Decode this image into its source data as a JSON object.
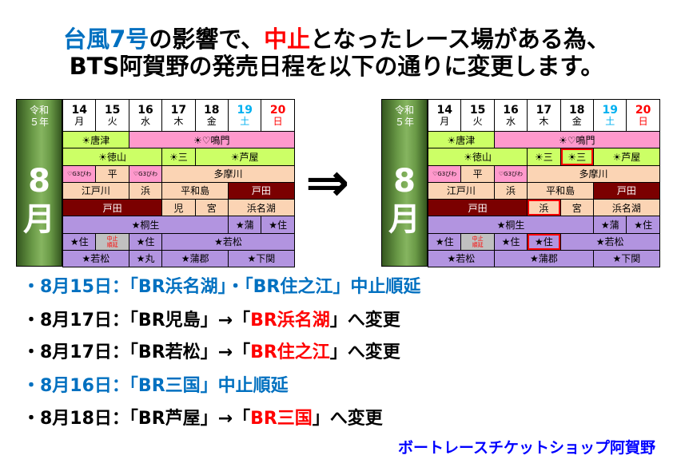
{
  "title": {
    "line1": [
      {
        "text": "台風7号",
        "color": "blue"
      },
      {
        "text": "の影響で、",
        "color": "black"
      },
      {
        "text": "中止",
        "color": "red"
      },
      {
        "text": "となったレース場がある為、",
        "color": "black"
      }
    ],
    "line2": "BTS阿賀野の発売日程を以下の通りに変更します。"
  },
  "arrow": "⇒",
  "calendar": {
    "era": "令和",
    "year": "５年",
    "month_digit": "8",
    "month_kanji": "月",
    "days": [
      {
        "num": "14",
        "wd": "月",
        "color": "#000000"
      },
      {
        "num": "15",
        "wd": "火",
        "color": "#000000"
      },
      {
        "num": "16",
        "wd": "水",
        "color": "#000000"
      },
      {
        "num": "17",
        "wd": "木",
        "color": "#000000"
      },
      {
        "num": "18",
        "wd": "金",
        "color": "#000000"
      },
      {
        "num": "19",
        "wd": "土",
        "color": "#00b0f0"
      },
      {
        "num": "20",
        "wd": "日",
        "color": "#ff0000"
      }
    ]
  },
  "colors": {
    "yellow_green": "#ccff66",
    "pink": "#ff99cc",
    "peach": "#fbd4b4",
    "maroon": "#7b0000",
    "purple": "#b294e0",
    "gray": "#c0c0c0"
  },
  "before_rows": [
    [
      {
        "c": 0,
        "s": 2,
        "t": "☀唐津",
        "bg": "yellow_green"
      },
      {
        "c": 2,
        "s": 5,
        "t": "☀♡鳴門",
        "bg": "pink"
      }
    ],
    [
      {
        "c": 0,
        "s": 3,
        "t": "☀徳山",
        "bg": "yellow_green"
      },
      {
        "c": 3,
        "s": 1,
        "t": "☀三",
        "bg": "yellow_green"
      },
      {
        "c": 4,
        "s": 3,
        "t": "☀芦屋",
        "bg": "yellow_green"
      }
    ],
    [
      {
        "c": 0,
        "s": 1,
        "t": "♡G3びわ",
        "bg": "pink",
        "small": true
      },
      {
        "c": 1,
        "s": 1,
        "t": "平",
        "bg": "peach"
      },
      {
        "c": 2,
        "s": 1,
        "t": "♡G3びわ",
        "bg": "pink",
        "small": true
      },
      {
        "c": 3,
        "s": 4,
        "t": "多摩川",
        "bg": "peach"
      }
    ],
    [
      {
        "c": 0,
        "s": 2,
        "t": "江戸川",
        "bg": "peach"
      },
      {
        "c": 2,
        "s": 1,
        "t": "浜",
        "bg": "peach"
      },
      {
        "c": 3,
        "s": 2,
        "t": "平和島",
        "bg": "peach"
      },
      {
        "c": 5,
        "s": 2,
        "t": "戸田",
        "bg": "maroon",
        "fg": "#ffffff"
      }
    ],
    [
      {
        "c": 0,
        "s": 3,
        "t": "戸田",
        "bg": "maroon",
        "fg": "#ffffff"
      },
      {
        "c": 3,
        "s": 1,
        "t": "児",
        "bg": "peach"
      },
      {
        "c": 4,
        "s": 1,
        "t": "宮",
        "bg": "peach"
      },
      {
        "c": 5,
        "s": 2,
        "t": "浜名湖",
        "bg": "peach"
      }
    ],
    [
      {
        "c": 0,
        "s": 5,
        "t": "★桐生",
        "bg": "purple"
      },
      {
        "c": 5,
        "s": 1,
        "t": "★蒲",
        "bg": "purple"
      },
      {
        "c": 6,
        "s": 1,
        "t": "★住",
        "bg": "purple"
      }
    ],
    [
      {
        "c": 0,
        "s": 1,
        "t": "★住",
        "bg": "purple"
      },
      {
        "c": 1,
        "s": 1,
        "t": "中止\n順延",
        "bg": "gray",
        "fg": "#ff0000",
        "small": true
      },
      {
        "c": 2,
        "s": 1,
        "t": "★住",
        "bg": "purple"
      },
      {
        "c": 3,
        "s": 4,
        "t": "★若松",
        "bg": "purple"
      }
    ],
    [
      {
        "c": 0,
        "s": 2,
        "t": "★若松",
        "bg": "purple"
      },
      {
        "c": 2,
        "s": 1,
        "t": "★丸",
        "bg": "purple"
      },
      {
        "c": 3,
        "s": 2,
        "t": "★蒲郡",
        "bg": "purple"
      },
      {
        "c": 5,
        "s": 2,
        "t": "★下関",
        "bg": "purple"
      }
    ]
  ],
  "after_rows": [
    [
      {
        "c": 0,
        "s": 2,
        "t": "☀唐津",
        "bg": "yellow_green"
      },
      {
        "c": 2,
        "s": 5,
        "t": "☀♡鳴門",
        "bg": "pink"
      }
    ],
    [
      {
        "c": 0,
        "s": 3,
        "t": "☀徳山",
        "bg": "yellow_green"
      },
      {
        "c": 3,
        "s": 1,
        "t": "☀三",
        "bg": "yellow_green"
      },
      {
        "c": 4,
        "s": 1,
        "t": "☀三",
        "bg": "yellow_green",
        "hl": true
      },
      {
        "c": 5,
        "s": 2,
        "t": "☀芦屋",
        "bg": "yellow_green"
      }
    ],
    [
      {
        "c": 0,
        "s": 1,
        "t": "♡G3びわ",
        "bg": "pink",
        "small": true
      },
      {
        "c": 1,
        "s": 1,
        "t": "平",
        "bg": "peach"
      },
      {
        "c": 2,
        "s": 1,
        "t": "♡G3びわ",
        "bg": "pink",
        "small": true
      },
      {
        "c": 3,
        "s": 4,
        "t": "多摩川",
        "bg": "peach"
      }
    ],
    [
      {
        "c": 0,
        "s": 2,
        "t": "江戸川",
        "bg": "peach"
      },
      {
        "c": 2,
        "s": 1,
        "t": "浜",
        "bg": "peach"
      },
      {
        "c": 3,
        "s": 2,
        "t": "平和島",
        "bg": "peach"
      },
      {
        "c": 5,
        "s": 2,
        "t": "戸田",
        "bg": "maroon",
        "fg": "#ffffff"
      }
    ],
    [
      {
        "c": 0,
        "s": 3,
        "t": "戸田",
        "bg": "maroon",
        "fg": "#ffffff"
      },
      {
        "c": 3,
        "s": 1,
        "t": "浜",
        "bg": "peach",
        "hl": true
      },
      {
        "c": 4,
        "s": 1,
        "t": "宮",
        "bg": "peach"
      },
      {
        "c": 5,
        "s": 2,
        "t": "浜名湖",
        "bg": "peach"
      }
    ],
    [
      {
        "c": 0,
        "s": 5,
        "t": "★桐生",
        "bg": "purple"
      },
      {
        "c": 5,
        "s": 1,
        "t": "★蒲",
        "bg": "purple"
      },
      {
        "c": 6,
        "s": 1,
        "t": "★住",
        "bg": "purple"
      }
    ],
    [
      {
        "c": 0,
        "s": 1,
        "t": "★住",
        "bg": "purple"
      },
      {
        "c": 1,
        "s": 1,
        "t": "中止\n順延",
        "bg": "gray",
        "fg": "#ff0000",
        "small": true
      },
      {
        "c": 2,
        "s": 1,
        "t": "★住",
        "bg": "purple"
      },
      {
        "c": 3,
        "s": 1,
        "t": "★住",
        "bg": "purple",
        "hl": true
      },
      {
        "c": 4,
        "s": 3,
        "t": "★若松",
        "bg": "purple"
      }
    ],
    [
      {
        "c": 0,
        "s": 2,
        "t": "★若松",
        "bg": "purple"
      },
      {
        "c": 2,
        "s": 3,
        "t": "★蒲郡",
        "bg": "purple"
      },
      {
        "c": 5,
        "s": 2,
        "t": "★下関",
        "bg": "purple"
      }
    ]
  ],
  "notes": [
    {
      "parts": [
        {
          "text": "・8月15日：「BR浜名湖」・「BR住之江」中止順延",
          "color": "blue"
        }
      ]
    },
    {
      "parts": [
        {
          "text": "・8月17日：「BR児島」→「",
          "color": "black"
        },
        {
          "text": "BR浜名湖",
          "color": "red"
        },
        {
          "text": "」へ変更",
          "color": "black"
        }
      ]
    },
    {
      "parts": [
        {
          "text": "・8月17日：「BR若松」→「",
          "color": "black"
        },
        {
          "text": "BR住之江",
          "color": "red"
        },
        {
          "text": "」へ変更",
          "color": "black"
        }
      ]
    },
    {
      "parts": [
        {
          "text": "・8月16日：「BR三国」中止順延",
          "color": "blue"
        }
      ]
    },
    {
      "parts": [
        {
          "text": "・8月18日：「BR芦屋」→「",
          "color": "black"
        },
        {
          "text": "BR三国",
          "color": "red"
        },
        {
          "text": "」へ変更",
          "color": "black"
        }
      ]
    }
  ],
  "footer": "ボートレースチケットショップ阿賀野"
}
